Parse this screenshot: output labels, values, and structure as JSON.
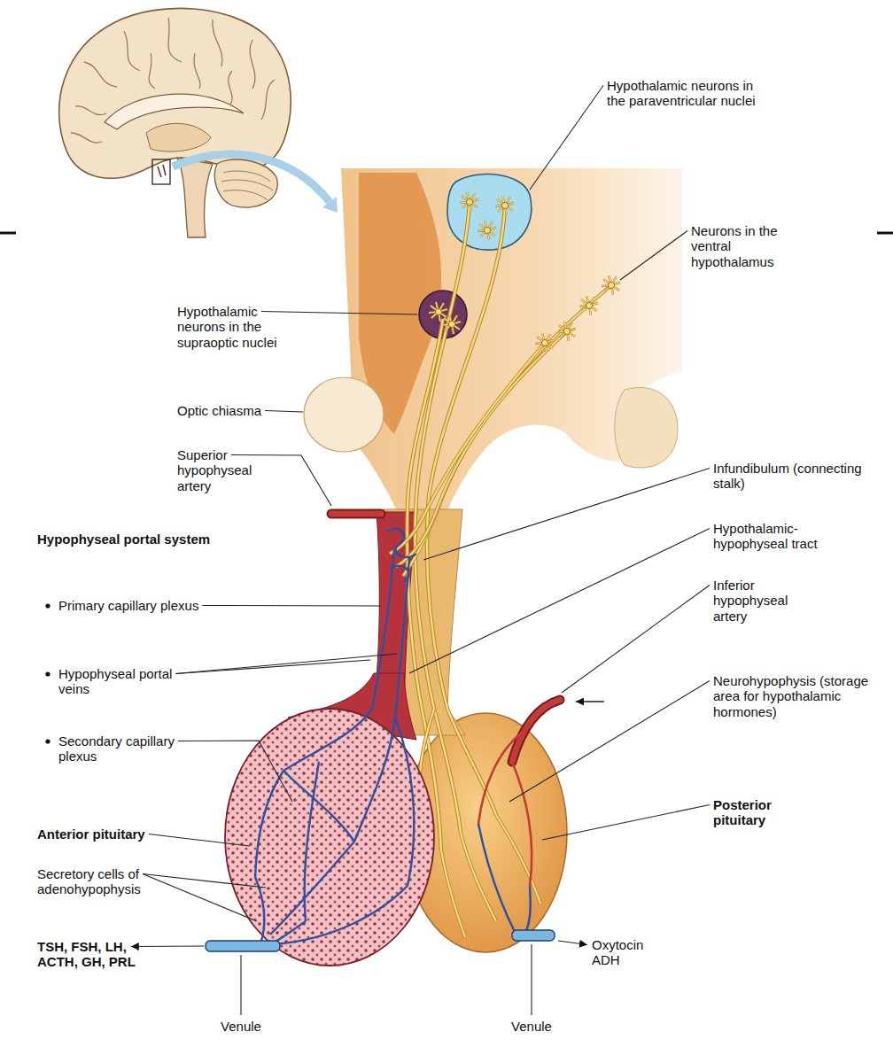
{
  "diagram": {
    "labels": [
      "Hypothalamic neurons in the paraventricular nuclei",
      "Neurons in the ventral hypothalamus",
      "Hypothalamic neurons in the supraoptic nuclei",
      "Optic chiasma",
      "Superior hypophyseal artery",
      "Infundibulum (connecting stalk)",
      "Hypothalamic-hypophyseal tract",
      "Hypophyseal portal system",
      "Primary capillary plexus",
      "Hypophyseal portal veins",
      "Inferior hypophyseal artery",
      "Neurohypophysis (storage area for hypothalamic hormones)",
      "Secondary capillary plexus",
      "Posterior pituitary",
      "Anterior pituitary",
      "Secretory cells of adenohypophysis",
      "TSH, FSH, LH, ACTH, GH, PRL",
      "Oxytocin ADH",
      "Venule",
      "Venule"
    ]
  }
}
